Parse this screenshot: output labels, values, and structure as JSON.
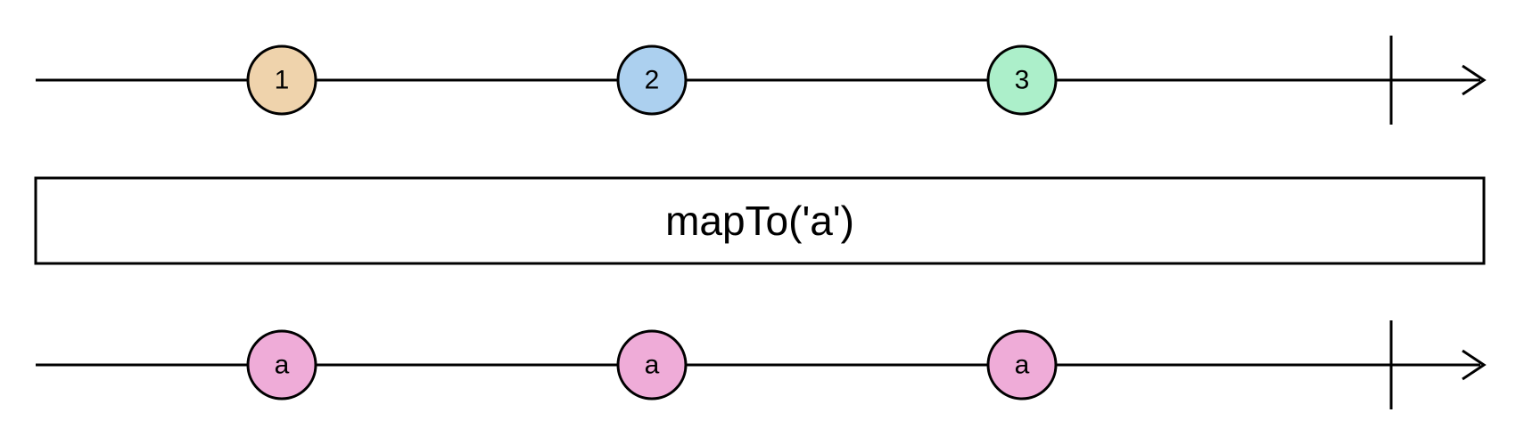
{
  "input_stream": {
    "marbles": [
      {
        "label": "1",
        "color": "#efd3ac"
      },
      {
        "label": "2",
        "color": "#acd0ef"
      },
      {
        "label": "3",
        "color": "#acefca"
      }
    ]
  },
  "operator": {
    "label": "mapTo('a')"
  },
  "output_stream": {
    "marbles": [
      {
        "label": "a",
        "color": "#efacd8"
      },
      {
        "label": "a",
        "color": "#efacd8"
      },
      {
        "label": "a",
        "color": "#efacd8"
      }
    ]
  }
}
